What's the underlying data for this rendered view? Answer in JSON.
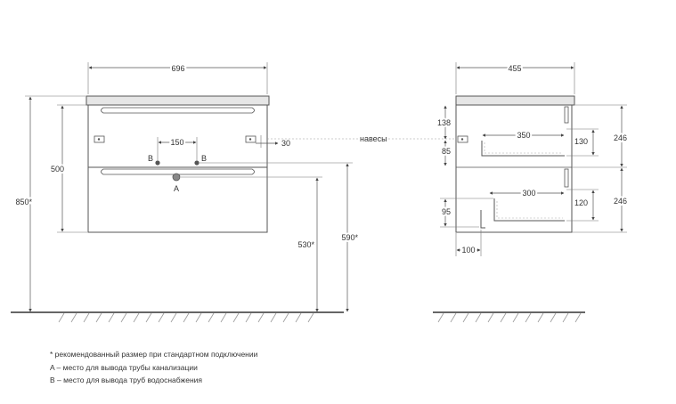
{
  "front": {
    "width": "696",
    "height_total": "850*",
    "body_height": "500",
    "pipe_spacing": "150",
    "hanger_offset": "30",
    "label_b_left": "B",
    "label_b_right": "B",
    "label_a": "A",
    "drain_height": "530*",
    "supply_height": "590*"
  },
  "side": {
    "depth": "455",
    "top_drawer_offset": "138",
    "drawer_front_offset": "85",
    "top_drawer_depth": "350",
    "top_drawer_height": "130",
    "top_section": "246",
    "bottom_drawer_depth": "300",
    "bottom_drawer_height": "120",
    "bottom_section": "246",
    "bottom_drawer_offset": "95",
    "foot_offset": "100"
  },
  "hangers_label": "навесы",
  "notes": [
    "* рекомендованный размер при стандартном подключении",
    "A – место для вывода трубы канализации",
    "B – место для вывода труб водоснабжения"
  ]
}
